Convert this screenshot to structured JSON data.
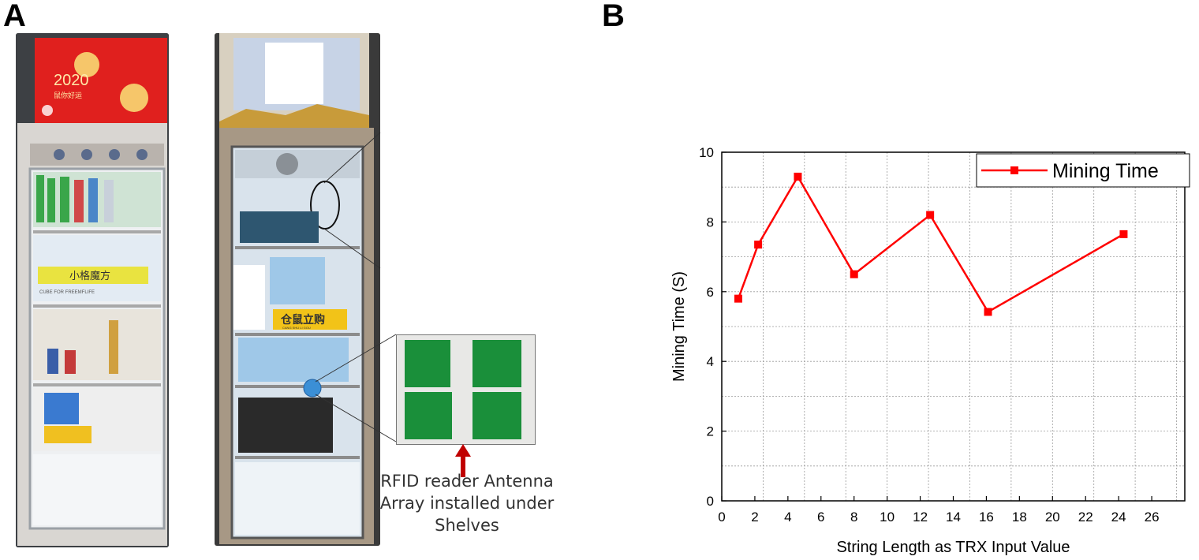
{
  "panels": {
    "a_label": "A",
    "b_label": "B"
  },
  "photo_left": {
    "screen_text_year": "2020",
    "screen_text_greeting": "鼠你好运",
    "shelf_sign": "小格魔方",
    "shelf_sign_sub": "CUBE FOR FREEMFLIFE"
  },
  "photo_right": {
    "shelf_sign": "仓鼠立购",
    "shelf_sign_sub": "CANG SHU LI GOU"
  },
  "caption": {
    "line1": "RFID reader Antenna",
    "line2": "Array installed under",
    "line3": "Shelves"
  },
  "colors": {
    "series": "#ff0000",
    "arrow": "#c00000",
    "antenna": "#1a8f3a",
    "fridge_screen": "#e0201e",
    "highlight_marker": "#3b8fd6"
  },
  "chart_data": {
    "type": "line",
    "title": "",
    "xlabel": "String Length as TRX Input Value",
    "ylabel": "Mining Time (S)",
    "xlim": [
      0,
      28
    ],
    "ylim": [
      0,
      10
    ],
    "xticks": [
      0,
      2,
      4,
      6,
      8,
      10,
      12,
      14,
      16,
      18,
      20,
      22,
      24,
      26
    ],
    "yticks": [
      0,
      2,
      4,
      6,
      8,
      10
    ],
    "grid": true,
    "legend_position": "top-right",
    "series": [
      {
        "name": "Mining Time",
        "x": [
          1,
          2.2,
          4.6,
          8,
          12.6,
          16.1,
          24.3
        ],
        "y": [
          5.8,
          7.35,
          9.3,
          6.5,
          8.2,
          5.42,
          7.65
        ]
      }
    ]
  }
}
